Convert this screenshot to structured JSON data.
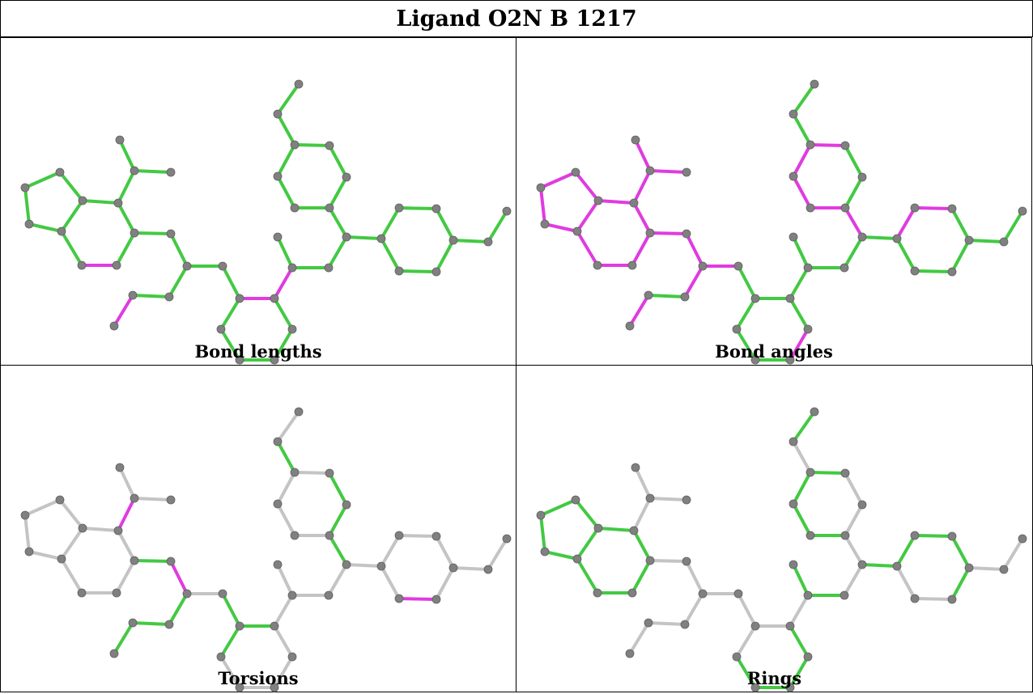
{
  "title": "Ligand O2N B 1217",
  "colors": {
    "default": "#43c943",
    "highlight": "#e03be0",
    "gray": "#c4c4c4",
    "atom": "#808080"
  },
  "panels": [
    {
      "caption": "Bond lengths",
      "default_color": "default",
      "magenta": [
        "e8",
        "e21",
        "e20",
        "e17"
      ],
      "gray": []
    },
    {
      "caption": "Bond angles",
      "default_color": "default",
      "magenta": [
        "e0",
        "e1",
        "e2",
        "e3",
        "e4",
        "e5",
        "e6",
        "e7",
        "e8",
        "e9",
        "e10",
        "e11",
        "e12",
        "e13",
        "e14",
        "e15",
        "e17",
        "e18",
        "e25",
        "e30",
        "e31",
        "e32",
        "e33",
        "e34",
        "e40",
        "e41"
      ],
      "gray": []
    },
    {
      "caption": "Torsions",
      "default_color": "gray",
      "magenta": [
        "e10",
        "e14",
        "e44"
      ],
      "green": [
        "e13",
        "e15",
        "e16",
        "e17",
        "e19",
        "e20",
        "e22",
        "e30",
        "e35",
        "e36",
        "e37"
      ],
      "gray": []
    },
    {
      "caption": "Rings",
      "default_color": "gray",
      "magenta": [],
      "green": [
        "e0",
        "e1",
        "e2",
        "e3",
        "e4",
        "e5",
        "e6",
        "e7",
        "e8",
        "e9",
        "e23",
        "e24",
        "e25",
        "e26",
        "e27",
        "e28",
        "e31",
        "e32",
        "e33",
        "e34",
        "e38",
        "e39",
        "e40",
        "e41",
        "e42",
        "e43"
      ],
      "gray": []
    }
  ]
}
